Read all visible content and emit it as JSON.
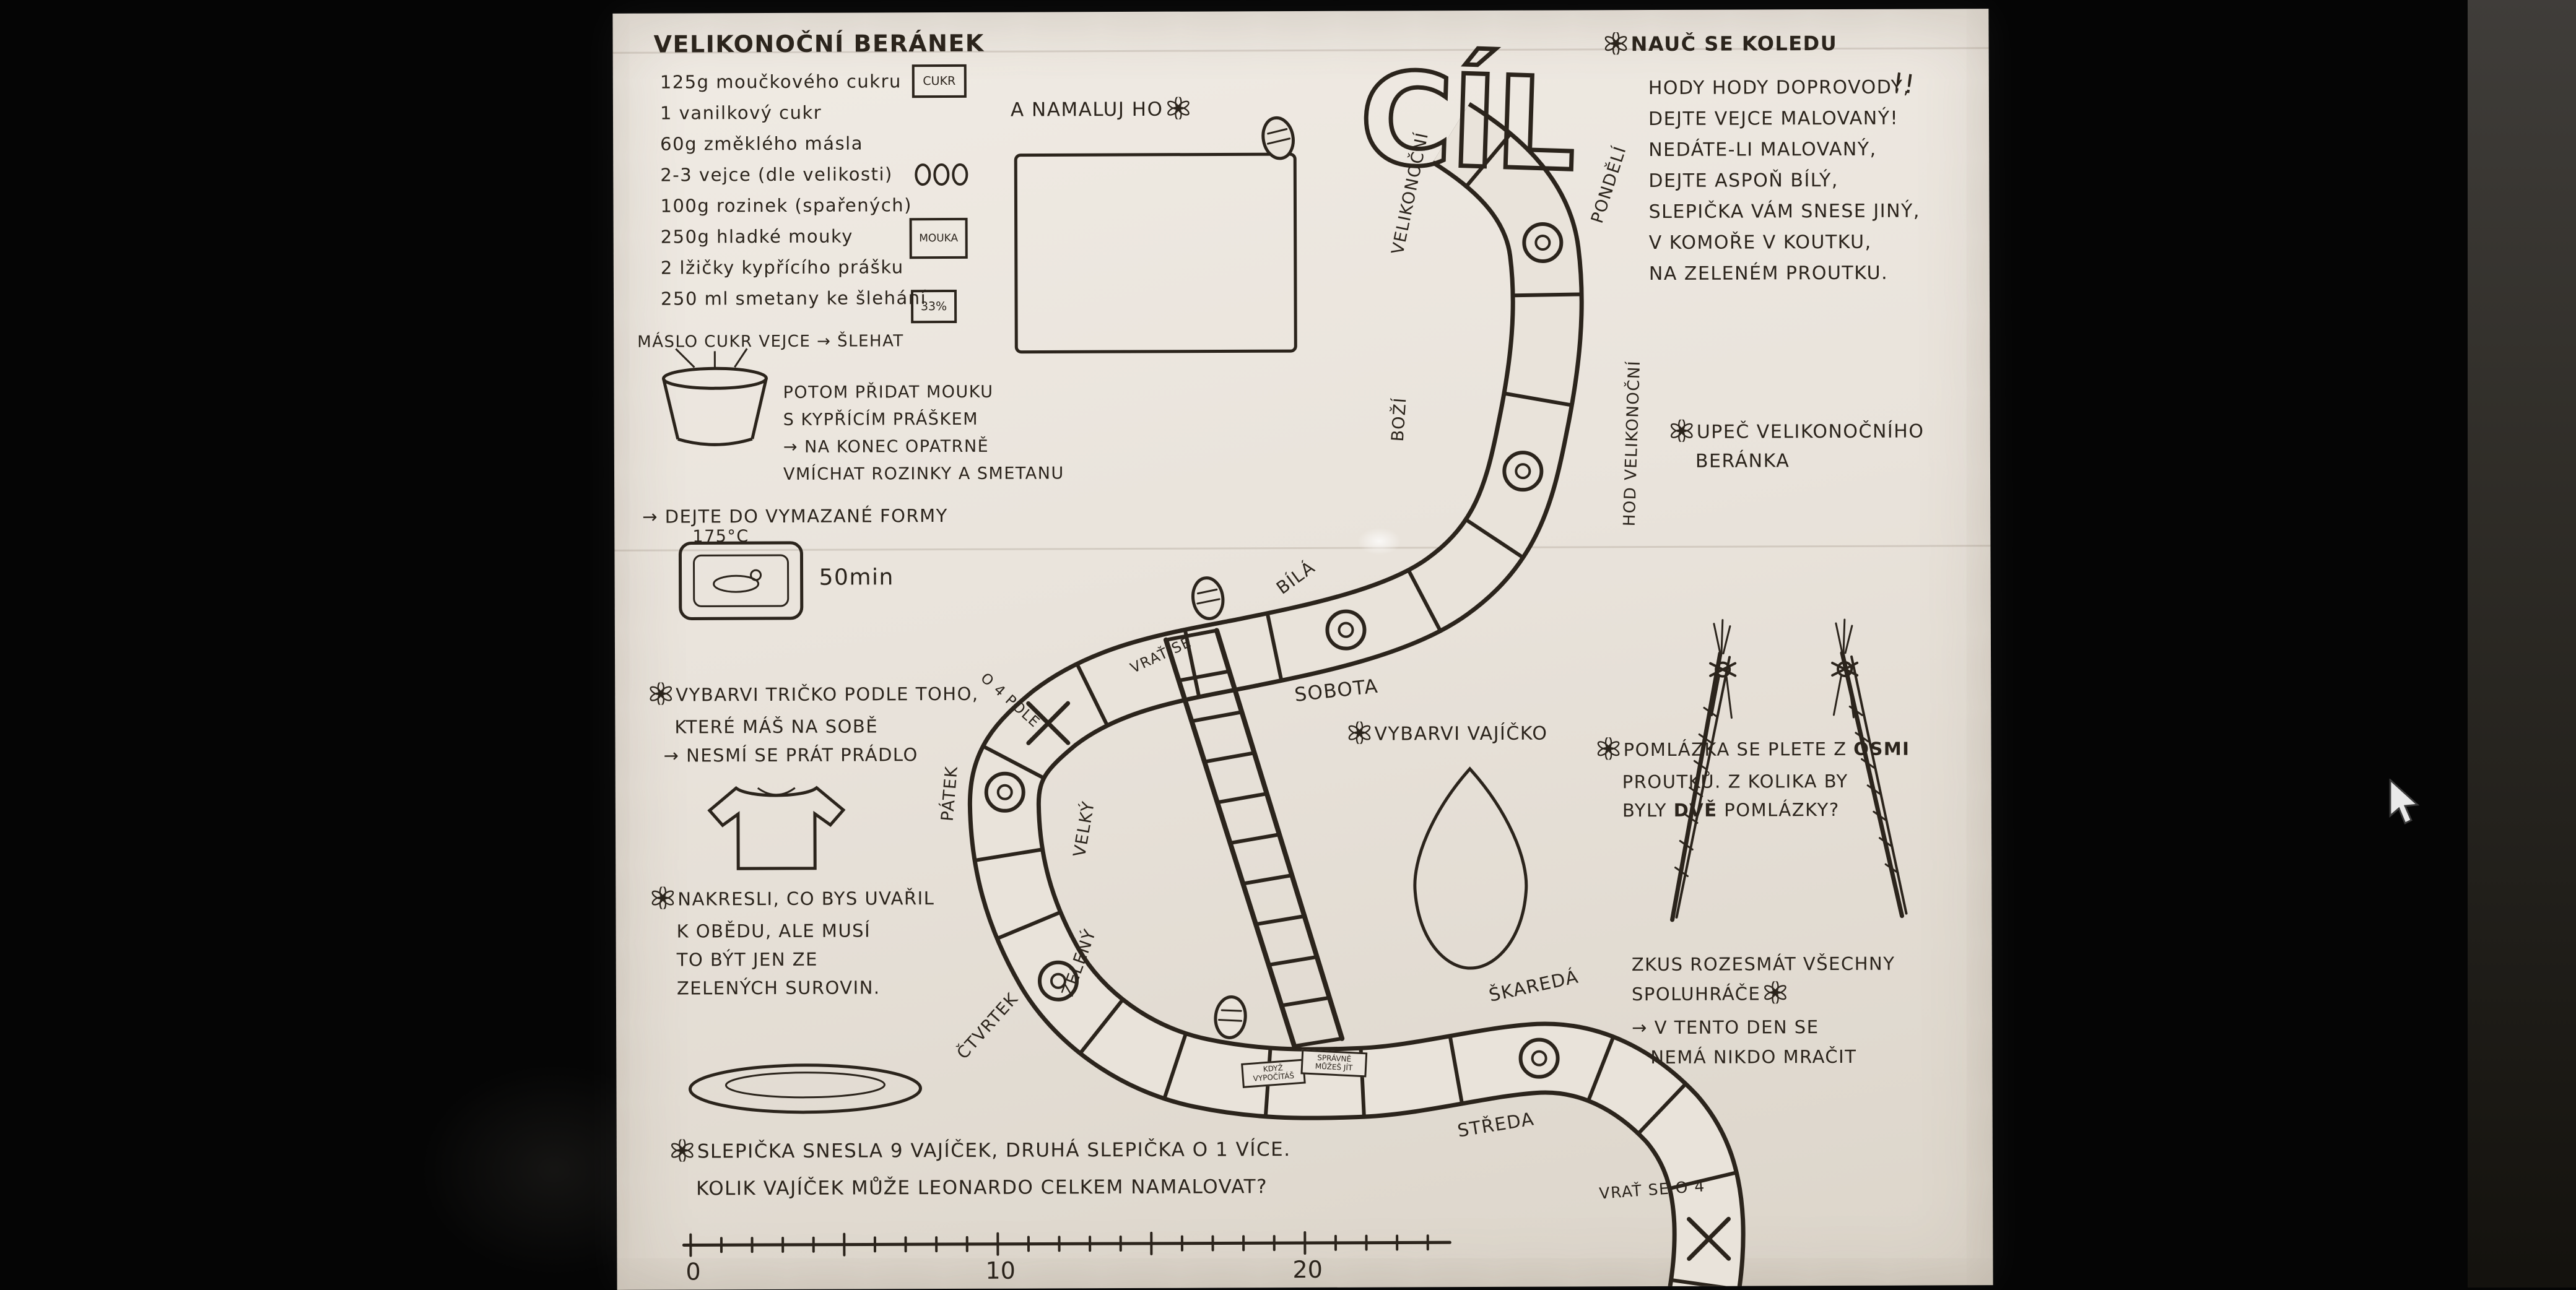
{
  "recipe": {
    "title": "VELIKONOČNÍ BERÁNEK",
    "items": [
      "125g moučkového cukru",
      "1 vanilkový cukr",
      "60g změklého másla",
      "2-3 vejce (dle velikosti)",
      "100g rozinek (spařených)",
      "250g hladké mouky",
      "2 lžičky kypřícího prášku",
      "250 ml smetany ke šlehání"
    ],
    "icons": {
      "sugar": "CUKR",
      "flour": "MOUKA",
      "powder": "33%"
    },
    "mix_line": "MÁSLO  CUKR   VEJCE  → ŠLEHAT",
    "step_add": [
      "POTOM PŘIDAT MOUKU",
      "S KYPŘÍCÍM PRÁŠKEM",
      "→ NA KONEC OPATRNĚ",
      "VMÍCHAT ROZINKY A SMETANU"
    ],
    "step_form": "→ DEJTE DO VYMAZANÉ FORMY",
    "temperature": "175°C",
    "bake_time": "50min"
  },
  "paint_task": {
    "label": "A NAMALUJ HO"
  },
  "goal": {
    "label": "CÍL"
  },
  "carol_task": {
    "title": "NAUČ SE KOLEDU",
    "exclaim": "!!",
    "lines": [
      "HODY HODY DOPROVODY,",
      "DEJTE VEJCE MALOVANÝ!",
      "NEDÁTE-LI MALOVANÝ,",
      "DEJTE ASPOŇ BÍLÝ,",
      "SLEPIČKA VÁM SNESE JINÝ,",
      "V KOMOŘE V KOUTKU,",
      "NA ZELENÉM PROUTKU."
    ]
  },
  "bake_task": {
    "lines": [
      "UPEČ VELIKONOČNÍHO",
      "BERÁNKA"
    ]
  },
  "tshirt_task": {
    "lines": [
      "VYBARVI TRIČKO PODLE TOHO,",
      "KTERÉ MÁŠ NA SOBĚ",
      "→ NESMÍ SE PRÁT PRÁDLO"
    ]
  },
  "lunch_task": {
    "lines": [
      "NAKRESLI, CO BYS UVAŘIL",
      "K OBĚDU, ALE MUSÍ",
      "TO BÝT JEN ZE",
      "ZELENÝCH SUROVIN."
    ]
  },
  "egg_task": {
    "label": "VYBARVI VAJÍČKO"
  },
  "pomlazka_task": {
    "l1a": "POMLÁZKA SE PLETE Z",
    "l1b": "OSMI",
    "l2": "PROUTKŮ. Z KOLIKA BY",
    "l3a": "BYLY",
    "l3b": "DVĚ",
    "l3c": "POMLÁZKY?"
  },
  "laugh_task": {
    "lines": [
      "ZKUS ROZESMÁT VŠECHNY",
      "SPOLUHRÁČE",
      "→ V TENTO DEN SE",
      "NEMÁ NIKDO MRAČIT"
    ]
  },
  "hen_task": {
    "lines": [
      "SLEPIČKA SNESLA 9 VAJÍČEK, DRUHÁ SLEPIČKA O 1 VÍCE.",
      "KOLIK VAJÍČEK MŮŽE LEONARDO CELKEM NAMALOVAT?"
    ]
  },
  "board": {
    "labels": {
      "velikonocni": "VELIKONOČNÍ",
      "pondeli": "PONDĚLÍ",
      "bozi": "BOŽÍ",
      "hod_velikonocni": "HOD VELIKONOČNÍ",
      "bila": "BÍLÁ",
      "sobota": "SOBOTA",
      "vrat_se": "VRAŤ SE",
      "o4pole": "O 4 POLE",
      "patek": "PÁTEK",
      "velky": "VELKÝ",
      "zeleny": "ZELENÝ",
      "ctvrtek": "ČTVRTEK",
      "skareda": "ŠKAREDÁ",
      "streda": "STŘEDA",
      "vrat_se_o4": "VRAŤ SE O 4",
      "mini1": "KDYŽ VYPOČÍTÁŠ",
      "mini2": "SPRÁVNĚ MŮŽEŠ JÍT"
    }
  },
  "number_line": {
    "tick_labels": [
      "0",
      "10",
      "20"
    ]
  }
}
